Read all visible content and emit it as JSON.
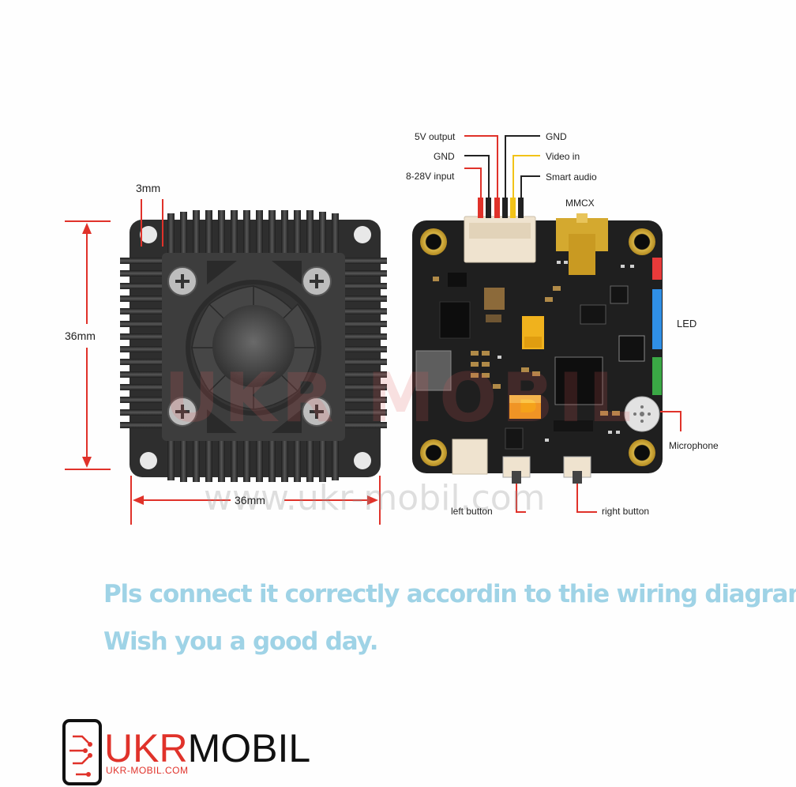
{
  "dimensions": {
    "thickness": "3mm",
    "height": "36mm",
    "width": "36mm"
  },
  "wires": {
    "output_5v": "5V output",
    "gnd_left": "GND",
    "input": "8-28V input",
    "gnd_right": "GND",
    "video_in": "Video in",
    "smart_audio": "Smart audio"
  },
  "connectors": {
    "mmcx": "MMCX"
  },
  "components": {
    "led": "LED",
    "microphone": "Microphone",
    "left_button": "left button",
    "right_button": "right button"
  },
  "notes": {
    "line1": "Pls connect it correctly accordin to thie wiring diagram.",
    "line2": "Wish you a good day."
  },
  "watermark": {
    "brand": "UKR MOBIL",
    "url": "www.ukr-mobil.com"
  },
  "logo": {
    "brand_part1": "UKR",
    "brand_part2": "MOBIL",
    "url": "UKR-MOBIL.COM"
  },
  "colors": {
    "dimension_lines": "#e0322a",
    "note_text": "#9fd3e6",
    "wire_red": "#e0322a",
    "wire_black": "#222222",
    "wire_yellow": "#f2c318",
    "led_red": "#e83a3a",
    "led_blue": "#2f8fe6",
    "led_green": "#3aa845",
    "pcb": "#1f1f1f",
    "heatsink": "#3c3c3c"
  }
}
